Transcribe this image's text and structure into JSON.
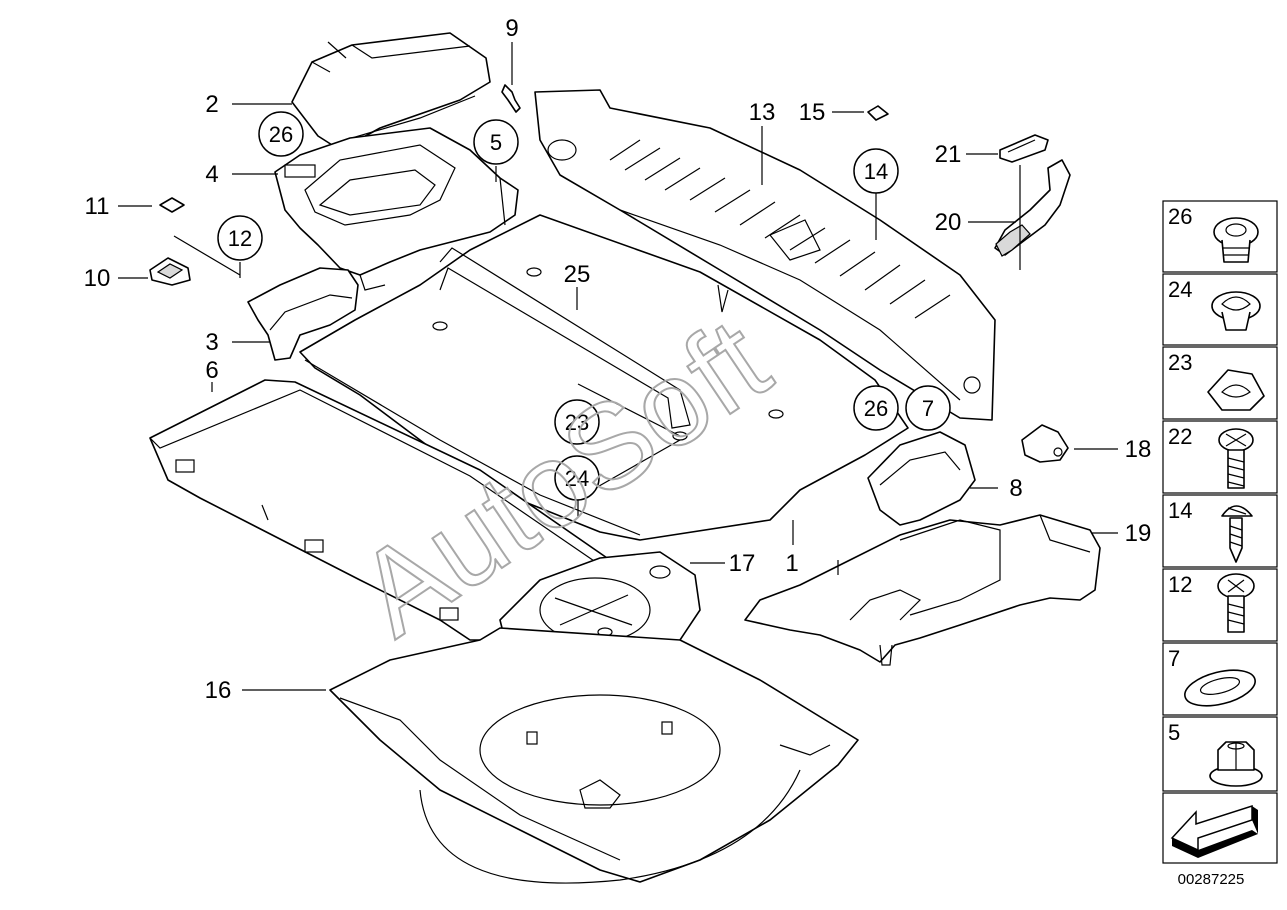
{
  "labels": [
    {
      "id": "c1",
      "text": "1"
    },
    {
      "id": "c2",
      "text": "2"
    },
    {
      "id": "c3",
      "text": "3"
    },
    {
      "id": "c4",
      "text": "4"
    },
    {
      "id": "c6",
      "text": "6"
    },
    {
      "id": "c8",
      "text": "8"
    },
    {
      "id": "c9",
      "text": "9"
    },
    {
      "id": "c10",
      "text": "10"
    },
    {
      "id": "c11",
      "text": "11"
    },
    {
      "id": "c13",
      "text": "13"
    },
    {
      "id": "c15",
      "text": "15"
    },
    {
      "id": "c16",
      "text": "16"
    },
    {
      "id": "c17",
      "text": "17"
    },
    {
      "id": "c18",
      "text": "18"
    },
    {
      "id": "c19",
      "text": "19"
    },
    {
      "id": "c20",
      "text": "20"
    },
    {
      "id": "c21",
      "text": "21"
    },
    {
      "id": "c25",
      "text": "25"
    }
  ],
  "circled": [
    {
      "id": "k26a",
      "text": "26"
    },
    {
      "id": "k5",
      "text": "5"
    },
    {
      "id": "k12",
      "text": "12"
    },
    {
      "id": "k14",
      "text": "14"
    },
    {
      "id": "k23",
      "text": "23"
    },
    {
      "id": "k24",
      "text": "24"
    },
    {
      "id": "k26b",
      "text": "26"
    },
    {
      "id": "k7",
      "text": "7"
    }
  ],
  "legend": [
    {
      "num": "26",
      "icon": "clip-grommet-icon"
    },
    {
      "num": "24",
      "icon": "expanding-rivet-icon"
    },
    {
      "num": "23",
      "icon": "clip-nut-icon"
    },
    {
      "num": "22",
      "icon": "hex-screw-icon"
    },
    {
      "num": "14",
      "icon": "self-tapping-screw-icon"
    },
    {
      "num": "12",
      "icon": "countersunk-screw-icon"
    },
    {
      "num": "7",
      "icon": "oval-plug-icon"
    },
    {
      "num": "5",
      "icon": "flange-nut-icon"
    },
    {
      "num": "",
      "icon": "direction-arrow-icon"
    }
  ],
  "watermark": "AutoSoft",
  "reference_number": "00287225"
}
